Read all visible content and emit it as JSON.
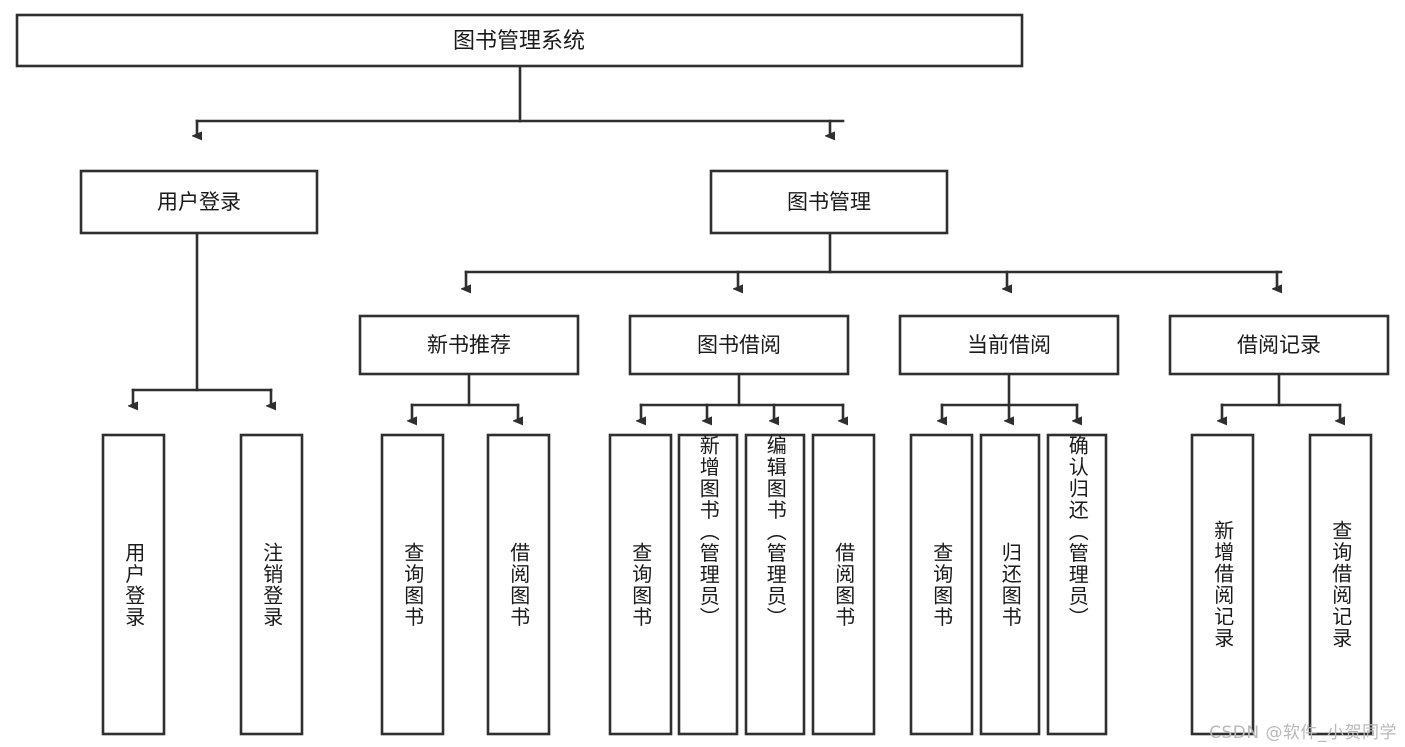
{
  "diagram": {
    "title": "图书管理系统",
    "type": "tree-hierarchy",
    "orientation": "top-down",
    "colors": {
      "stroke": "#2f2f2f",
      "node_fill": "#ffffff",
      "text": "#1a1a1a",
      "background": "#ffffff",
      "watermark": "#b9b9b9"
    }
  },
  "root": {
    "label": "图书管理系统"
  },
  "level2": [
    {
      "id": "user-login",
      "label": "用户登录"
    },
    {
      "id": "book-management",
      "label": "图书管理"
    }
  ],
  "level3": [
    {
      "id": "new-book-recommend",
      "label": "新书推荐",
      "parent": "book-management"
    },
    {
      "id": "book-borrow",
      "label": "图书借阅",
      "parent": "book-management"
    },
    {
      "id": "current-borrow",
      "label": "当前借阅",
      "parent": "book-management"
    },
    {
      "id": "borrow-record",
      "label": "借阅记录",
      "parent": "book-management"
    }
  ],
  "leaves": {
    "user-login": [
      {
        "id": "leaf-user-login",
        "label": "用户登录"
      },
      {
        "id": "leaf-user-logout",
        "label": "注销登录"
      }
    ],
    "new-book-recommend": [
      {
        "id": "leaf-query-book-1",
        "label": "查询图书"
      },
      {
        "id": "leaf-borrow-book-1",
        "label": "借阅图书"
      }
    ],
    "book-borrow": [
      {
        "id": "leaf-query-book-2",
        "label": "查询图书"
      },
      {
        "id": "leaf-add-book",
        "label": "新增图书（管理员）"
      },
      {
        "id": "leaf-edit-book",
        "label": "编辑图书（管理员）"
      },
      {
        "id": "leaf-borrow-book-2",
        "label": "借阅图书"
      }
    ],
    "current-borrow": [
      {
        "id": "leaf-query-book-3",
        "label": "查询图书"
      },
      {
        "id": "leaf-return-book",
        "label": "归还图书"
      },
      {
        "id": "leaf-confirm-return",
        "label": "确认归还（管理员）"
      }
    ],
    "borrow-record": [
      {
        "id": "leaf-add-record",
        "label": "新增借阅记录"
      },
      {
        "id": "leaf-query-record",
        "label": "查询借阅记录"
      }
    ]
  },
  "watermark": {
    "text": "CSDN @软件_小贺同学"
  }
}
